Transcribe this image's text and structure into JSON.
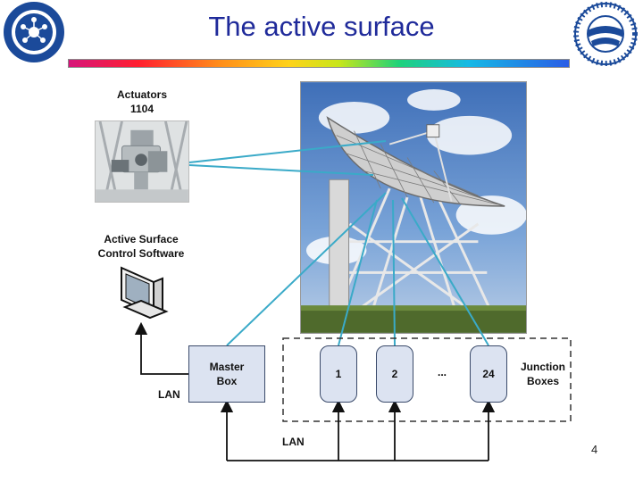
{
  "slide": {
    "title": "The active surface",
    "page_number": "4"
  },
  "labels": {
    "actuators": "Actuators",
    "actuators_count": "1104",
    "software_line1": "Active Surface",
    "software_line2": "Control Software",
    "master_line1": "Master",
    "master_line2": "Box",
    "junction_line1": "Junction",
    "junction_line2": "Boxes",
    "lan_left": "LAN",
    "lan_bottom": "LAN",
    "ellipsis": "..."
  },
  "junction_boxes": [
    "1",
    "2",
    "24"
  ],
  "colors": {
    "title": "#1f2a9a",
    "cable": "#3aaac8",
    "box_fill": "#dce3f1",
    "arrow": "#111111"
  },
  "icons": {
    "left_logo": "chinese-academy-of-sciences-seal",
    "right_logo": "shanghai-observatory-seal",
    "monitor": "computer-monitor-icon"
  }
}
